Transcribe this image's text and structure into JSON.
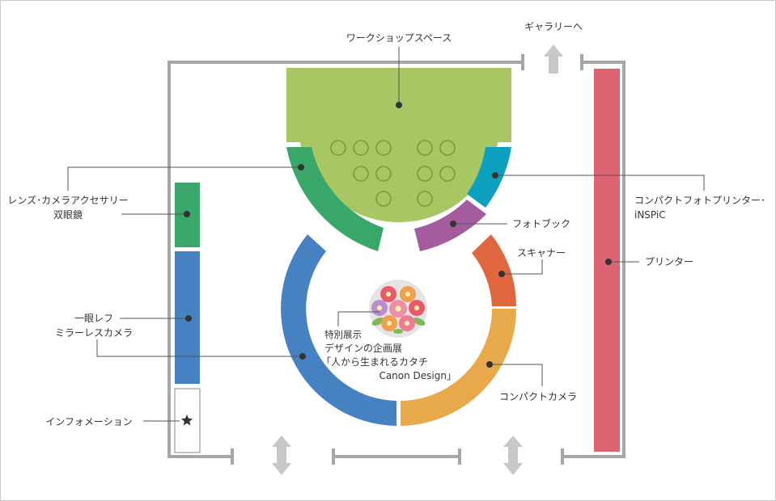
{
  "labels": {
    "workshop": "ワークショップスペース",
    "gallery": "ギャラリーへ",
    "lens_line1": "レンズ･カメラアクセサリー",
    "lens_line2": "双眼鏡",
    "slr_line1": "一眼レフ",
    "slr_line2": "ミラーレスカメラ",
    "information": "インフォメーション",
    "special_line1": "特別展示",
    "special_line2": "デザインの企画展",
    "special_line3": "「人から生まれるカタチ",
    "special_line4": "Canon Design」",
    "compact_photo_printer_line1": "コンパクトフォトプリンター･",
    "compact_photo_printer_line2": "iNSPiC",
    "photobook": "フォトブック",
    "scanner": "スキャナー",
    "printer": "プリンター",
    "compact_camera": "コンパクトカメラ"
  },
  "colors": {
    "workshop": "#a8c763",
    "workshop_circle": "#7d9a3e",
    "lens_accessory": "#3aa76a",
    "slr_mirrorless": "#4681c2",
    "compact_photo_printer": "#0ca0c0",
    "photobook": "#a45c9e",
    "scanner": "#e0663e",
    "compact_camera": "#e8a94b",
    "printer": "#df6472",
    "wall": "#a6a6a6",
    "arrow": "#c8c8c8"
  },
  "icons": {
    "information": "star-icon",
    "special_exhibit": "flower-bouquet-icon",
    "doors": "double-arrow-icon"
  }
}
